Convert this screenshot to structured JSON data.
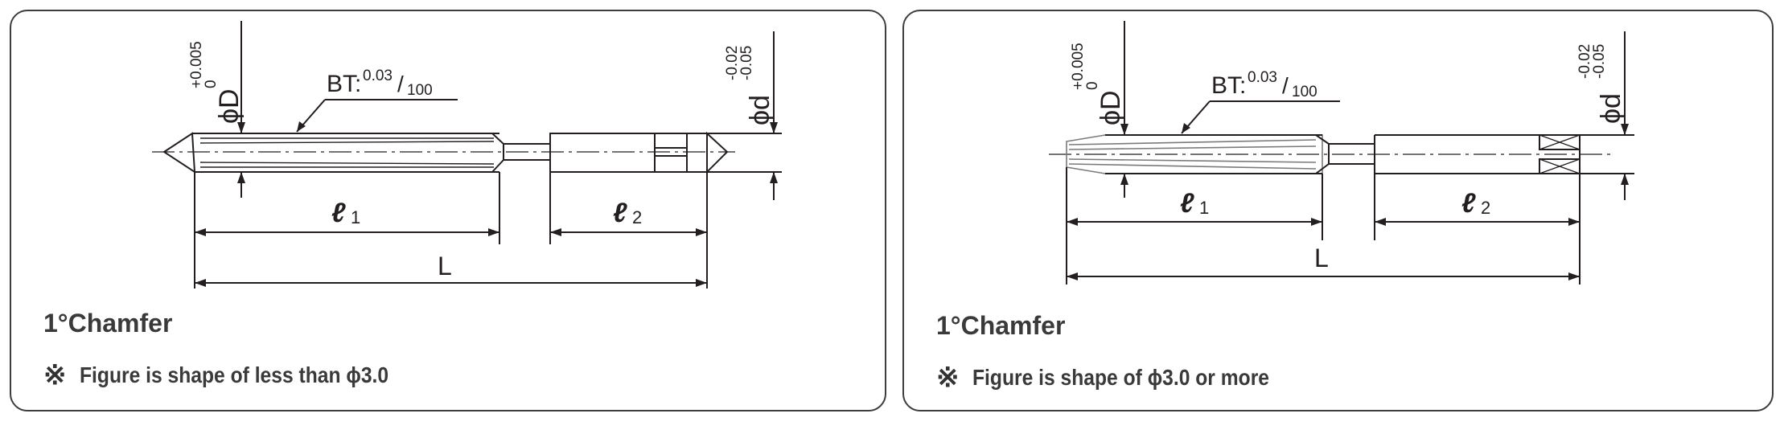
{
  "panels": [
    {
      "id": "less-than-3",
      "dim_labels": {
        "D": "ϕD",
        "D_tol_upper": "+0.005",
        "D_tol_lower": "0",
        "d": "ϕd",
        "d_tol_upper": "-0.02",
        "d_tol_lower": "-0.05",
        "bt_prefix": "BT:",
        "bt_num": "0.03",
        "bt_den": "100",
        "l1": "ℓ",
        "l1_sub": "1",
        "l2": "ℓ",
        "l2_sub": "2",
        "L": "L"
      },
      "chamfer_label": "1°Chamfer",
      "note_mark": "※",
      "note_text": "Figure is shape of less than ϕ3.0"
    },
    {
      "id": "3-or-more",
      "dim_labels": {
        "D": "ϕD",
        "D_tol_upper": "+0.005",
        "D_tol_lower": "0",
        "d": "ϕd",
        "d_tol_upper": "-0.02",
        "d_tol_lower": "-0.05",
        "bt_prefix": "BT:",
        "bt_num": "0.03",
        "bt_den": "100",
        "l1": "ℓ",
        "l1_sub": "1",
        "l2": "ℓ",
        "l2_sub": "2",
        "L": "L"
      },
      "chamfer_label": "1°Chamfer",
      "note_mark": "※",
      "note_text": "Figure is shape of ϕ3.0 or more"
    }
  ],
  "colors": {
    "line": "#231f20",
    "border": "#3d3d3d",
    "caption": "#3a3a3a"
  }
}
